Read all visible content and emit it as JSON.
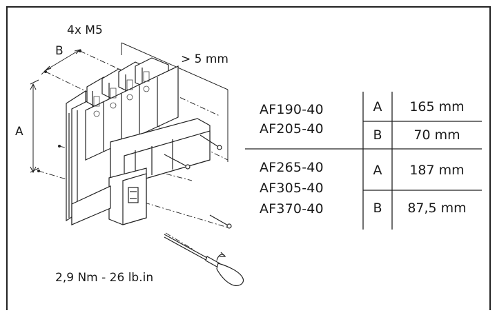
{
  "drawing": {
    "screw_label": "4x M5",
    "dim_b_label": "B",
    "dim_a_label": "A",
    "clearance_label": "> 5 mm",
    "torque_label": "2,9 Nm - 26 lb.in"
  },
  "table": {
    "groups": [
      {
        "models": [
          "AF190-40",
          "AF205-40"
        ],
        "rows": [
          {
            "dim": "A",
            "value": "165 mm"
          },
          {
            "dim": "B",
            "value": "70 mm"
          }
        ]
      },
      {
        "models": [
          "AF265-40",
          "AF305-40",
          "AF370-40"
        ],
        "rows": [
          {
            "dim": "A",
            "value": "187 mm"
          },
          {
            "dim": "B",
            "value": "87,5 mm"
          }
        ]
      }
    ]
  }
}
